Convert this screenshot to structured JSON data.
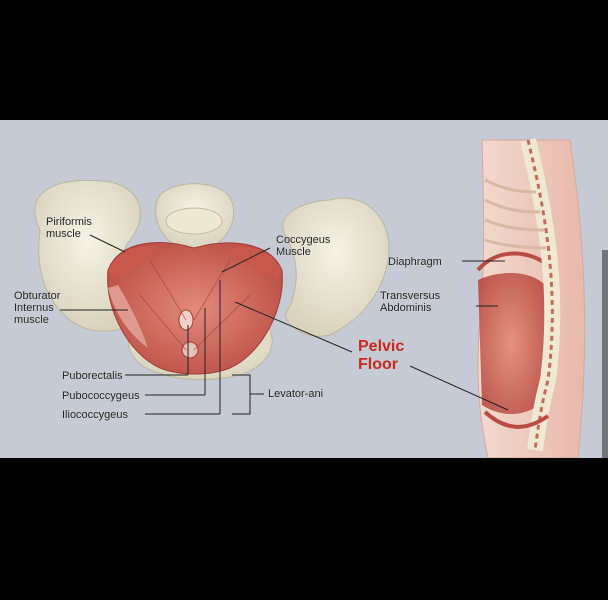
{
  "figure": {
    "labels": {
      "piriformis": "Piriformis\nmuscle",
      "coccygeus": "Coccygeus\nMuscle",
      "obturator": "Obturator\nInternus\nmuscle",
      "puborectalis": "Puborectalis",
      "pubococcygeus": "Pubococcygeus",
      "iliococcygeus": "Iliococcygeus",
      "levator_ani": "Levator-ani",
      "pelvic_floor": "Pelvic\nFloor",
      "diaphragm": "Diaphragm",
      "transversus": "Transversus\nAbdominis"
    },
    "colors": {
      "background": "#c6cad4",
      "bone": "#ede9d8",
      "muscle": "#d46a5c",
      "muscle_dark": "#b8473f",
      "highlight_text": "#c62a1f"
    }
  }
}
